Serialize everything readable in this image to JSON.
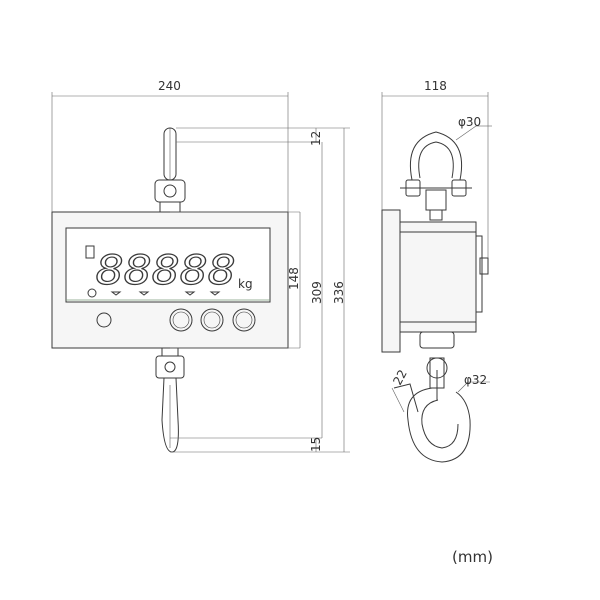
{
  "dimensions": {
    "front_width": "240",
    "side_width": "118",
    "top_hook": "12",
    "display_height": "148",
    "body_height": "309",
    "total_height": "336",
    "bottom_hook": "15",
    "shackle_diameter": "φ30",
    "hook_opening": "22",
    "hook_diameter": "φ32"
  },
  "display": {
    "digits": "88888",
    "unit_label": "kg"
  },
  "unit_note": "(mm)",
  "colors": {
    "line": "#3a3a3a",
    "dim_line": "#555555",
    "panel": "#f6f6f6"
  }
}
